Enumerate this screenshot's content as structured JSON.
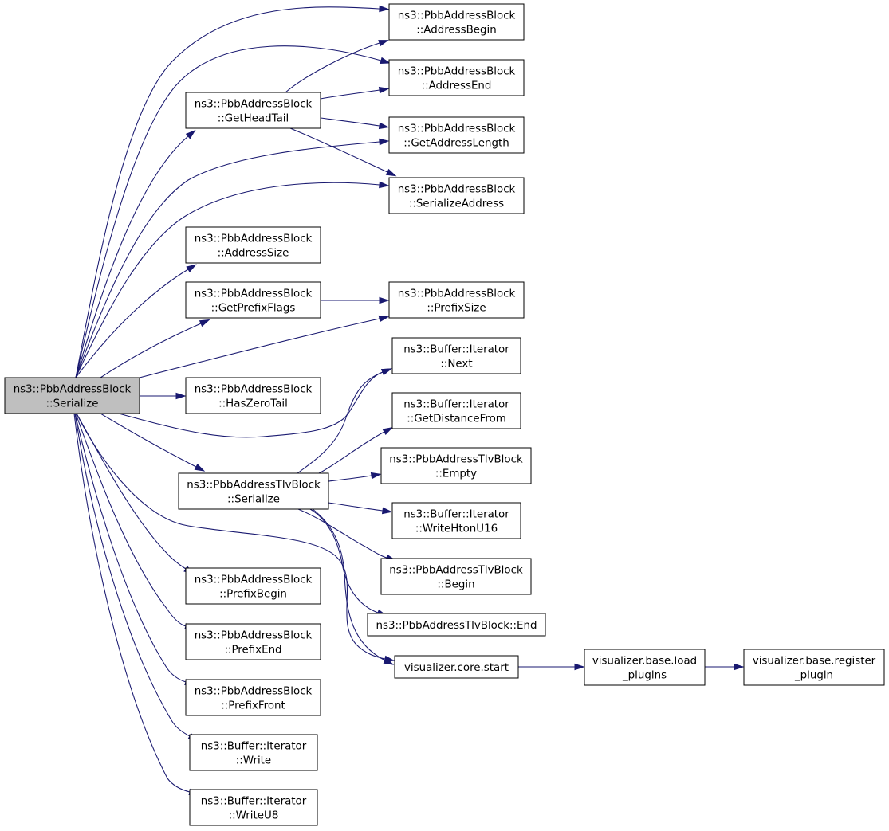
{
  "graph": {
    "edge_color": "#191970",
    "root_fill": "#bfbfbf",
    "nodes": [
      {
        "id": "serialize_block",
        "lines": [
          "ns3::PbbAddressBlock",
          "::Serialize"
        ],
        "highlighted": true
      },
      {
        "id": "address_begin",
        "lines": [
          "ns3::PbbAddressBlock",
          "::AddressBegin"
        ]
      },
      {
        "id": "address_end",
        "lines": [
          "ns3::PbbAddressBlock",
          "::AddressEnd"
        ]
      },
      {
        "id": "get_head_tail",
        "lines": [
          "ns3::PbbAddressBlock",
          "::GetHeadTail"
        ]
      },
      {
        "id": "get_address_length",
        "lines": [
          "ns3::PbbAddressBlock",
          "::GetAddressLength"
        ]
      },
      {
        "id": "serialize_address",
        "lines": [
          "ns3::PbbAddressBlock",
          "::SerializeAddress"
        ]
      },
      {
        "id": "address_size",
        "lines": [
          "ns3::PbbAddressBlock",
          "::AddressSize"
        ]
      },
      {
        "id": "get_prefix_flags",
        "lines": [
          "ns3::PbbAddressBlock",
          "::GetPrefixFlags"
        ]
      },
      {
        "id": "prefix_size",
        "lines": [
          "ns3::PbbAddressBlock",
          "::PrefixSize"
        ]
      },
      {
        "id": "buffer_next",
        "lines": [
          "ns3::Buffer::Iterator",
          "::Next"
        ]
      },
      {
        "id": "has_zero_tail",
        "lines": [
          "ns3::PbbAddressBlock",
          "::HasZeroTail"
        ]
      },
      {
        "id": "buffer_get_distance_from",
        "lines": [
          "ns3::Buffer::Iterator",
          "::GetDistanceFrom"
        ]
      },
      {
        "id": "tlv_block_empty",
        "lines": [
          "ns3::PbbAddressTlvBlock",
          "::Empty"
        ]
      },
      {
        "id": "tlv_block_serialize",
        "lines": [
          "ns3::PbbAddressTlvBlock",
          "::Serialize"
        ]
      },
      {
        "id": "buffer_write_hton_u16",
        "lines": [
          "ns3::Buffer::Iterator",
          "::WriteHtonU16"
        ]
      },
      {
        "id": "tlv_block_begin",
        "lines": [
          "ns3::PbbAddressTlvBlock",
          "::Begin"
        ]
      },
      {
        "id": "prefix_begin",
        "lines": [
          "ns3::PbbAddressBlock",
          "::PrefixBegin"
        ]
      },
      {
        "id": "tlv_block_end",
        "lines": [
          "ns3::PbbAddressTlvBlock::End"
        ]
      },
      {
        "id": "prefix_end",
        "lines": [
          "ns3::PbbAddressBlock",
          "::PrefixEnd"
        ]
      },
      {
        "id": "visualizer_core_start",
        "lines": [
          "visualizer.core.start"
        ]
      },
      {
        "id": "visualizer_load_plugins",
        "lines": [
          "visualizer.base.load",
          "_plugins"
        ]
      },
      {
        "id": "visualizer_register_plugin",
        "lines": [
          "visualizer.base.register",
          "_plugin"
        ]
      },
      {
        "id": "prefix_front",
        "lines": [
          "ns3::PbbAddressBlock",
          "::PrefixFront"
        ]
      },
      {
        "id": "buffer_write",
        "lines": [
          "ns3::Buffer::Iterator",
          "::Write"
        ]
      },
      {
        "id": "buffer_write_u8",
        "lines": [
          "ns3::Buffer::Iterator",
          "::WriteU8"
        ]
      }
    ],
    "edges": [
      {
        "from": "serialize_block",
        "to": "address_begin"
      },
      {
        "from": "serialize_block",
        "to": "address_end"
      },
      {
        "from": "serialize_block",
        "to": "get_head_tail"
      },
      {
        "from": "serialize_block",
        "to": "get_address_length"
      },
      {
        "from": "serialize_block",
        "to": "serialize_address"
      },
      {
        "from": "serialize_block",
        "to": "address_size"
      },
      {
        "from": "serialize_block",
        "to": "get_prefix_flags"
      },
      {
        "from": "serialize_block",
        "to": "prefix_size"
      },
      {
        "from": "serialize_block",
        "to": "has_zero_tail"
      },
      {
        "from": "serialize_block",
        "to": "buffer_next"
      },
      {
        "from": "serialize_block",
        "to": "tlv_block_serialize"
      },
      {
        "from": "serialize_block",
        "to": "visualizer_core_start"
      },
      {
        "from": "serialize_block",
        "to": "prefix_begin"
      },
      {
        "from": "serialize_block",
        "to": "prefix_end"
      },
      {
        "from": "serialize_block",
        "to": "prefix_front"
      },
      {
        "from": "serialize_block",
        "to": "buffer_write"
      },
      {
        "from": "serialize_block",
        "to": "buffer_write_u8"
      },
      {
        "from": "get_head_tail",
        "to": "address_begin"
      },
      {
        "from": "get_head_tail",
        "to": "address_end"
      },
      {
        "from": "get_head_tail",
        "to": "get_address_length"
      },
      {
        "from": "get_head_tail",
        "to": "serialize_address"
      },
      {
        "from": "get_prefix_flags",
        "to": "prefix_size"
      },
      {
        "from": "tlv_block_serialize",
        "to": "buffer_next"
      },
      {
        "from": "tlv_block_serialize",
        "to": "buffer_get_distance_from"
      },
      {
        "from": "tlv_block_serialize",
        "to": "tlv_block_empty"
      },
      {
        "from": "tlv_block_serialize",
        "to": "buffer_write_hton_u16"
      },
      {
        "from": "tlv_block_serialize",
        "to": "tlv_block_begin"
      },
      {
        "from": "tlv_block_serialize",
        "to": "tlv_block_end"
      },
      {
        "from": "tlv_block_serialize",
        "to": "visualizer_core_start"
      },
      {
        "from": "visualizer_core_start",
        "to": "visualizer_load_plugins"
      },
      {
        "from": "visualizer_load_plugins",
        "to": "visualizer_register_plugin"
      }
    ]
  }
}
